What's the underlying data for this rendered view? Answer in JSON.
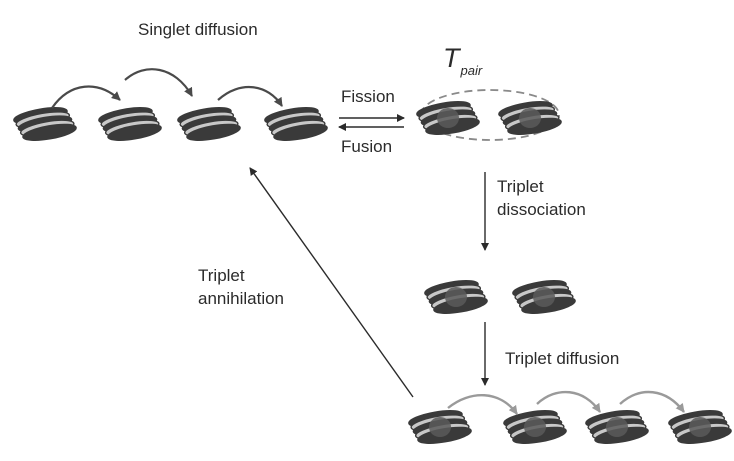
{
  "labels": {
    "singlet_diffusion": "Singlet  diffusion",
    "fission": "Fission",
    "fusion": "Fusion",
    "tpair_main": "T",
    "tpair_sub": "pair",
    "triplet_dissociation": "Triplet\ndissociation",
    "triplet_annihilation": "Triplet\nannihilation",
    "triplet_diffusion": "Triplet diffusion"
  },
  "colors": {
    "stack_light": "#c8c8c8",
    "stack_dark": "#3a3a3a",
    "triplet_core": "#5a5a5a",
    "singlet_arrow": "#4a4a4a",
    "triplet_arrow": "#9a9a9a",
    "line": "#2b2b2b",
    "pair_ellipse": "#8a8a8a"
  }
}
